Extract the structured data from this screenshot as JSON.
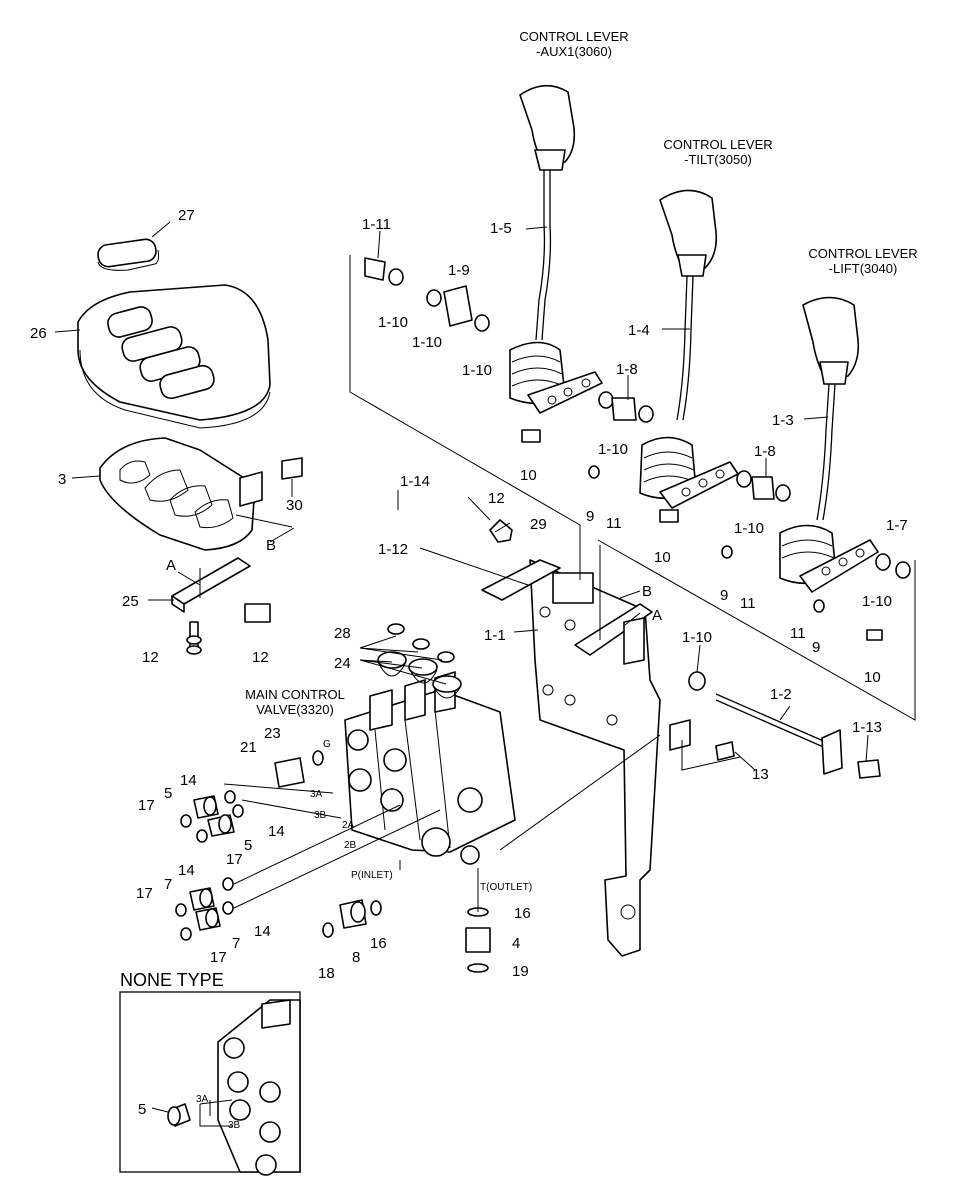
{
  "titles": {
    "aux1_line1": "CONTROL LEVER",
    "aux1_line2": "-AUX1(3060)",
    "tilt_line1": "CONTROL LEVER",
    "tilt_line2": "-TILT(3050)",
    "lift_line1": "CONTROL LEVER",
    "lift_line2": "-LIFT(3040)",
    "mcv_line1": "MAIN CONTROL",
    "mcv_line2": "VALVE(3320)",
    "none_type": "NONE TYPE"
  },
  "ports": {
    "p3a": "3A",
    "p3b": "3B",
    "p2a": "2A",
    "p2b": "2B",
    "g": "G",
    "inlet": "P(INLET)",
    "outlet": "T(OUTLET)",
    "inset_3a": "3A",
    "inset_3b": "3B"
  },
  "callouts": [
    "27",
    "26",
    "3",
    "30",
    "B",
    "A",
    "25",
    "12",
    "12",
    "1-11",
    "1-10",
    "1-9",
    "1-10",
    "1-10",
    "1-5",
    "1-4",
    "1-3",
    "1-8",
    "1-10",
    "1-8",
    "1-10",
    "10",
    "9",
    "11",
    "10",
    "9",
    "11",
    "11",
    "9",
    "1-7",
    "1-10",
    "10",
    "1-14",
    "12",
    "29",
    "1-12",
    "B",
    "A",
    "1-1",
    "1-10",
    "1-2",
    "1-13",
    "13",
    "28",
    "24",
    "23",
    "21",
    "14",
    "5",
    "17",
    "5",
    "14",
    "17",
    "14",
    "7",
    "17",
    "7",
    "14",
    "17",
    "18",
    "8",
    "16",
    "16",
    "4",
    "19",
    "5"
  ]
}
